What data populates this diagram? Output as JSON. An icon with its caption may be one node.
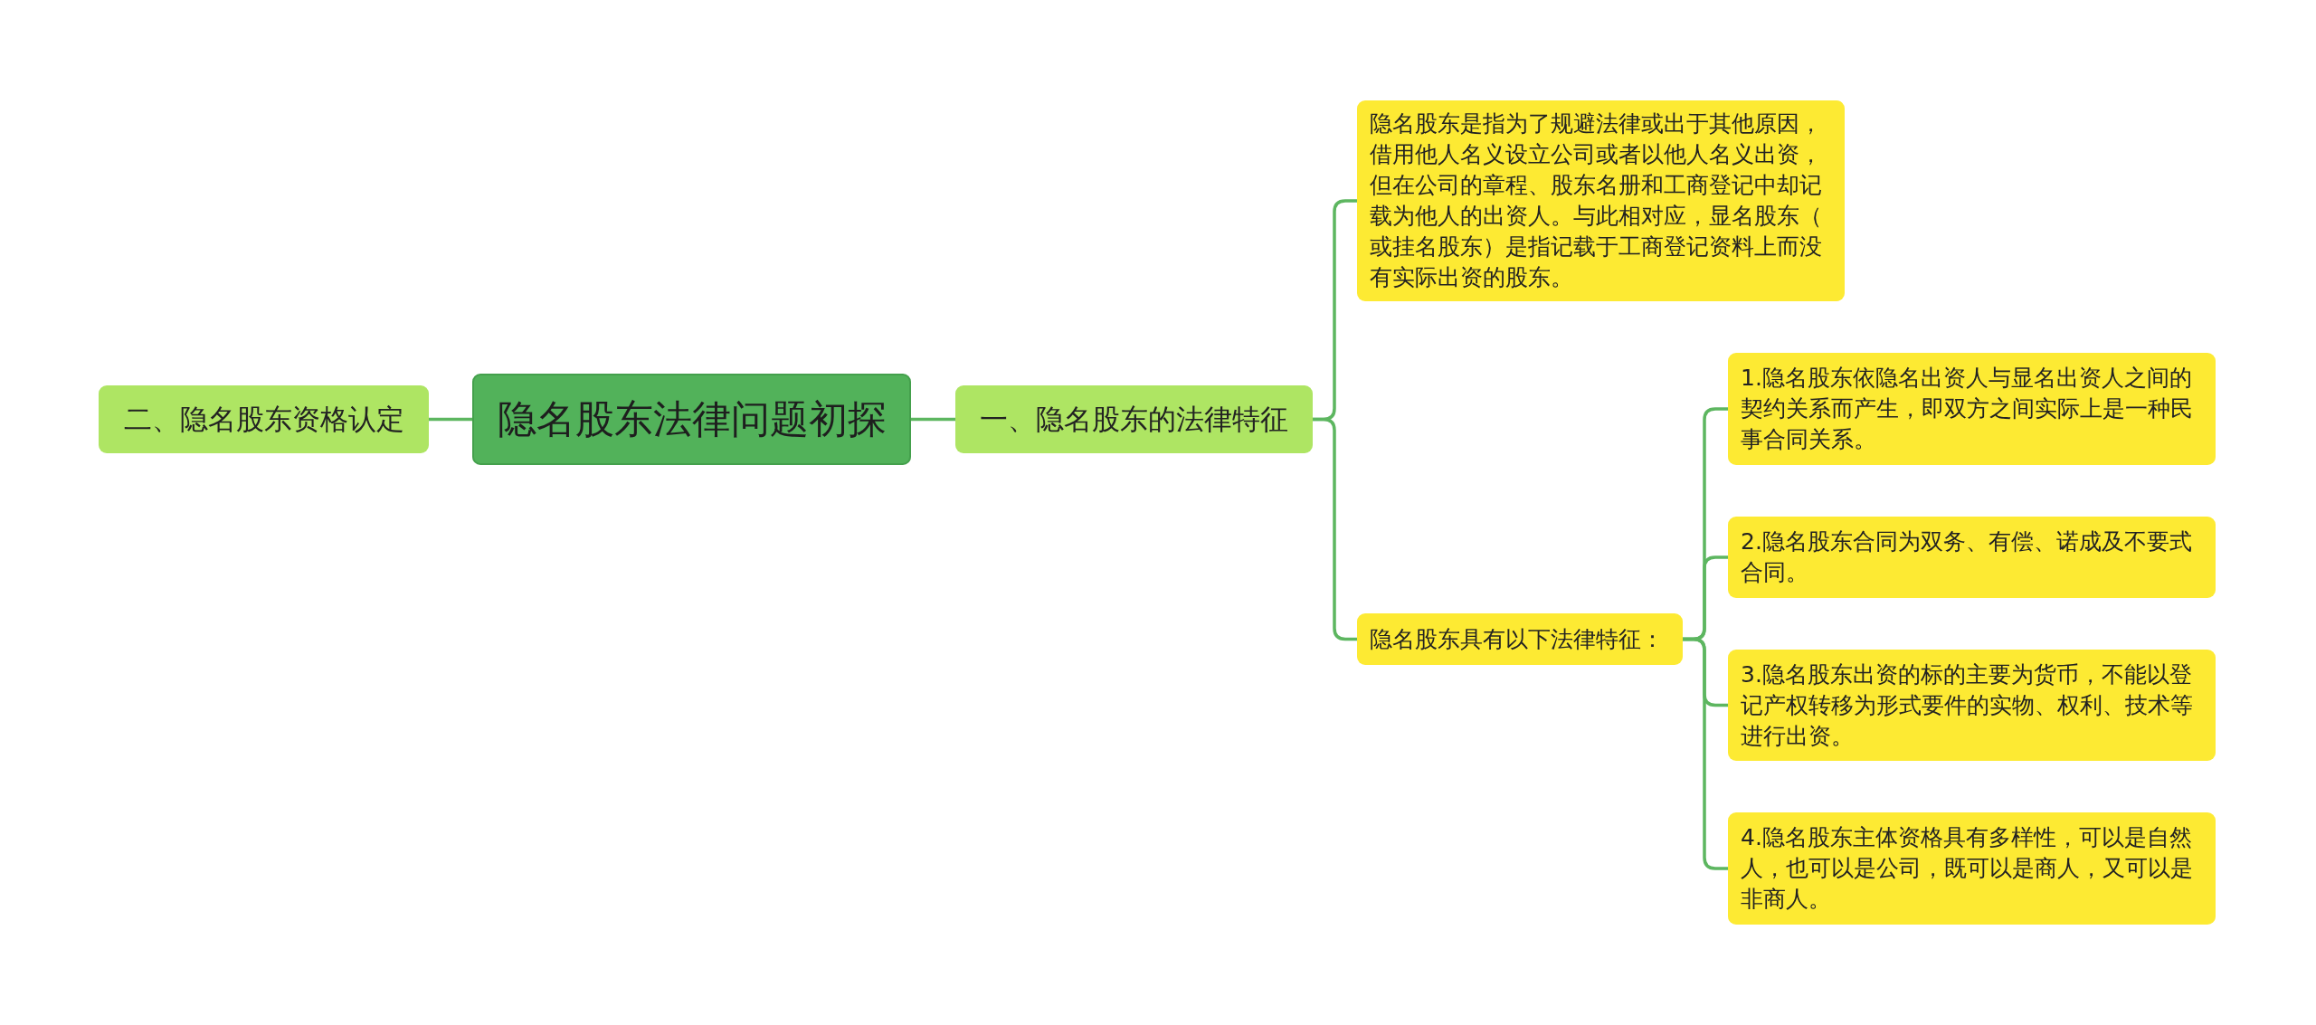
{
  "diagram": {
    "nodes": [
      {
        "text": [
          "隐名股东法律问题初探"
        ]
      },
      {
        "text": [
          "二、隐名股东资格认定"
        ]
      },
      {
        "text": [
          "一、隐名股东的法律特征"
        ]
      },
      {
        "text": [
          "隐名股东是指为了规避法律或出于其他原因，借用他人名义设立公司或者以他人名义出资，但在公司的章程、股东名册和工商登记中却记载为他人的出资人。与此相对应，显名股东（或挂名股东）是指记载于工商登记资料上而没有实际出资的股东。"
        ]
      },
      {
        "text": [
          "隐名股东具有以下法律特征："
        ]
      },
      {
        "text": [
          "1.隐名股东依隐名出资人与显名出资人之间的契约关系而产生，即双方之间实际上是一种民事合同关系。"
        ]
      },
      {
        "text": [
          "2.隐名股东合同为双务、有偿、诺成及不要式合同。"
        ]
      },
      {
        "text": [
          "3.隐名股东出资的标的主要为货币，不能以登记产权转移为形式要件的实物、权利、技术等进行出资。"
        ]
      },
      {
        "text": [
          "4.隐名股东主体资格具有多样性，可以是自然人，也可以是公司，既可以是商人，又可以是非商人。"
        ]
      }
    ],
    "edges": [
      {
        "from": 0,
        "to": 1,
        "arrow": "none"
      },
      {
        "from": 0,
        "to": 2,
        "arrow": "none"
      },
      {
        "from": 2,
        "to": 3,
        "arrow": "none"
      },
      {
        "from": 2,
        "to": 4,
        "arrow": "none"
      },
      {
        "from": 4,
        "to": 5,
        "arrow": "none"
      },
      {
        "from": 4,
        "to": 6,
        "arrow": "none"
      },
      {
        "from": 4,
        "to": 7,
        "arrow": "none"
      },
      {
        "from": 4,
        "to": 8,
        "arrow": "none"
      }
    ]
  }
}
